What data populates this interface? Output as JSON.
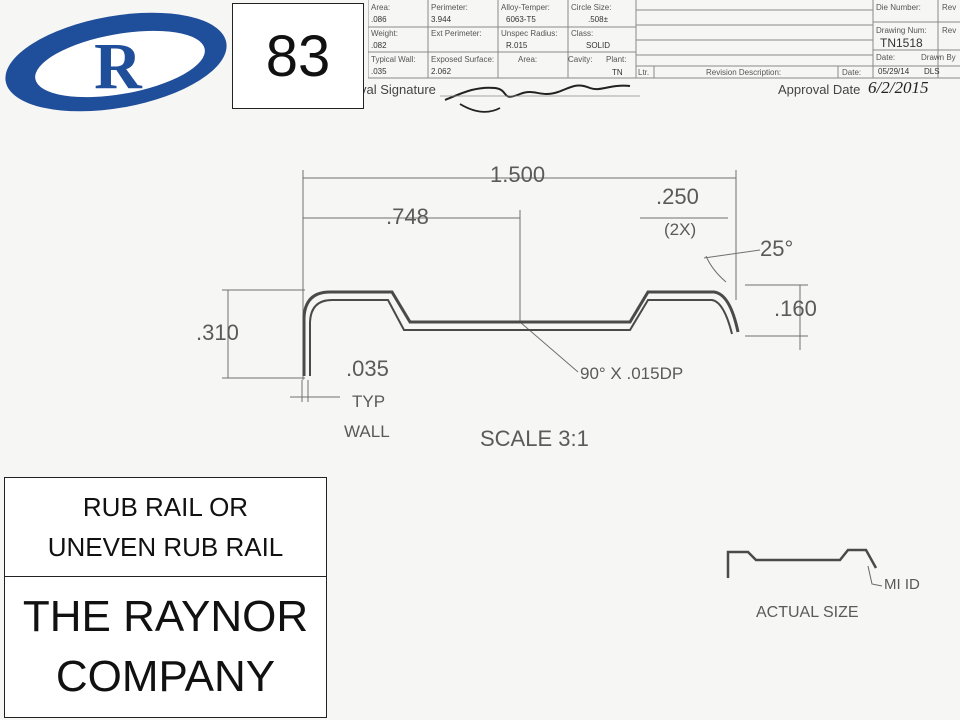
{
  "page_number": "83",
  "logo": {
    "letter": "R",
    "color": "#1f4e9a"
  },
  "title_block": {
    "area_label": "Area:",
    "area_value": ".086",
    "weight_label": "Weight:",
    "weight_value": ".082",
    "typical_wall_label": "Typical Wall:",
    "typical_wall_value": ".035",
    "perimeter_label": "Perimeter:",
    "perimeter_value": "3.944",
    "ext_perimeter_label": "Ext Perimeter:",
    "exposed_surface_label": "Exposed Surface:",
    "exposed_surface_value": "2.062",
    "alloy_temper_label": "Alloy-Temper:",
    "alloy_temper_value": "6063-T5",
    "unspec_radius_label": "Unspec Radius:",
    "unspec_radius_value": "R.015",
    "area2_label": "Area:",
    "circle_size_label": "Circle Size:",
    "circle_size_value": ".508±",
    "class_label": "Class:",
    "class_value": "SOLID",
    "cavity_label": "Cavity:",
    "plant_label": "Plant:",
    "plant_value": "TN",
    "ltr_label": "Ltr.",
    "revision_label": "Revision Description:",
    "date_label": "Date:",
    "die_number_label": "Die Number:",
    "rev_label": "Rev",
    "drawing_num_label": "Drawing Num:",
    "drawing_num_value": "TN1518",
    "date2_label": "Date:",
    "date2_value": "05/29/14",
    "drawn_by_label": "Drawn By",
    "drawn_by_value": "DLS",
    "approval_signature_label": "val Signature",
    "approval_date_label": "Approval Date",
    "approval_date_value": "6/2/2015"
  },
  "drawing": {
    "overall_width": "1.500",
    "half_width": ".748",
    "top_flat": ".250",
    "top_flat_qty": "(2X)",
    "angle": "25°",
    "height": ".310",
    "side_height": ".160",
    "wall": ".035",
    "wall_note_1": "TYP",
    "wall_note_2": "WALL",
    "groove_note": "90° X .015DP",
    "scale": "SCALE 3:1",
    "mi_id": "MI ID",
    "actual_size": "ACTUAL SIZE"
  },
  "labels": {
    "product_line_1": "RUB RAIL OR",
    "product_line_2": "UNEVEN RUB RAIL",
    "company_line_1": "THE RAYNOR",
    "company_line_2": "COMPANY"
  }
}
